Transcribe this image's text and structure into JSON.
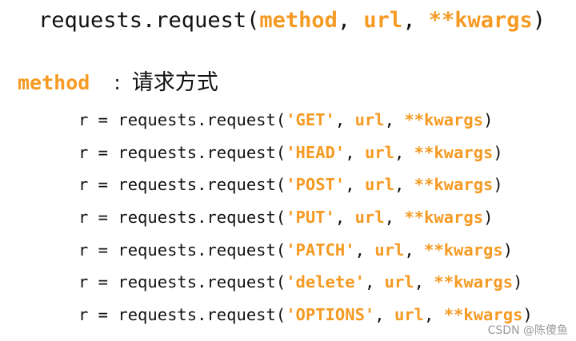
{
  "signature": {
    "prefix": "requests.request(",
    "method": "method",
    "sep1": ", ",
    "url": "url",
    "sep2": ", ",
    "kwargs": "**kwargs",
    "suffix": ")"
  },
  "heading": {
    "keyword": "method",
    "colon": ":",
    "description": "请求方式"
  },
  "examples": [
    {
      "prefix": "r = requests.request(",
      "method": "'GET'",
      "sep1": ", ",
      "url": "url",
      "sep2": ", ",
      "kwargs": "**kwargs",
      "suffix": ")"
    },
    {
      "prefix": "r = requests.request(",
      "method": "'HEAD'",
      "sep1": ", ",
      "url": "url",
      "sep2": ", ",
      "kwargs": "**kwargs",
      "suffix": ")"
    },
    {
      "prefix": "r = requests.request(",
      "method": "'POST'",
      "sep1": ", ",
      "url": "url",
      "sep2": ", ",
      "kwargs": "**kwargs",
      "suffix": ")"
    },
    {
      "prefix": "r = requests.request(",
      "method": "'PUT'",
      "sep1": ", ",
      "url": "url",
      "sep2": ", ",
      "kwargs": "**kwargs",
      "suffix": ")"
    },
    {
      "prefix": "r = requests.request(",
      "method": "'PATCH'",
      "sep1": ", ",
      "url": "url",
      "sep2": ", ",
      "kwargs": "**kwargs",
      "suffix": ")"
    },
    {
      "prefix": "r = requests.request(",
      "method": "'delete'",
      "sep1": ", ",
      "url": "url",
      "sep2": ", ",
      "kwargs": "**kwargs",
      "suffix": ")"
    },
    {
      "prefix": "r = requests.request(",
      "method": "'OPTIONS'",
      "sep1": ", ",
      "url": "url",
      "sep2": ", ",
      "kwargs": "**kwargs",
      "suffix": ")"
    }
  ],
  "watermark": "CSDN @陈傻鱼",
  "colors": {
    "accent": "#f59a23",
    "text": "#111111",
    "watermark": "#9a9a9a",
    "background": "#ffffff"
  }
}
